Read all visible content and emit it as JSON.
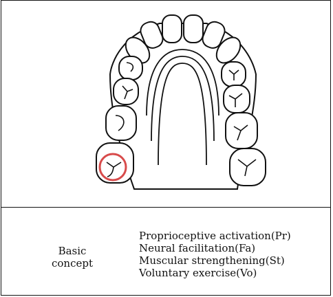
{
  "figure": {
    "highlight_color": "#d84b4b",
    "outline_color": "#111111"
  },
  "basic_concept": {
    "label_line1": "Basic",
    "label_line2": "concept",
    "items": [
      "Proprioceptive activation(Pr)",
      "Neural facilitation(Fa)",
      "Muscular strengthening(St)",
      "Voluntary exercise(Vo)"
    ]
  }
}
